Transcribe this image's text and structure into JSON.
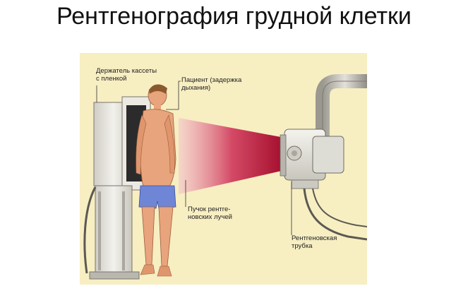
{
  "slide": {
    "title": "Рентгенография грудной клетки"
  },
  "labels": {
    "cassette_holder": [
      "Держатель кассеты",
      "с пленкой"
    ],
    "patient": [
      "Пациент (задержка",
      "дыхания)"
    ],
    "beam": [
      "Пучок рентге-",
      "новских лучей"
    ],
    "tube": [
      "Рентгеновская",
      "трубка"
    ]
  },
  "colors": {
    "background_panel": "#f7eec2",
    "beam": "#b0102e",
    "skin": "#e8a47c",
    "shorts": "#6f86d6",
    "equipment": "#e6e4dc"
  }
}
